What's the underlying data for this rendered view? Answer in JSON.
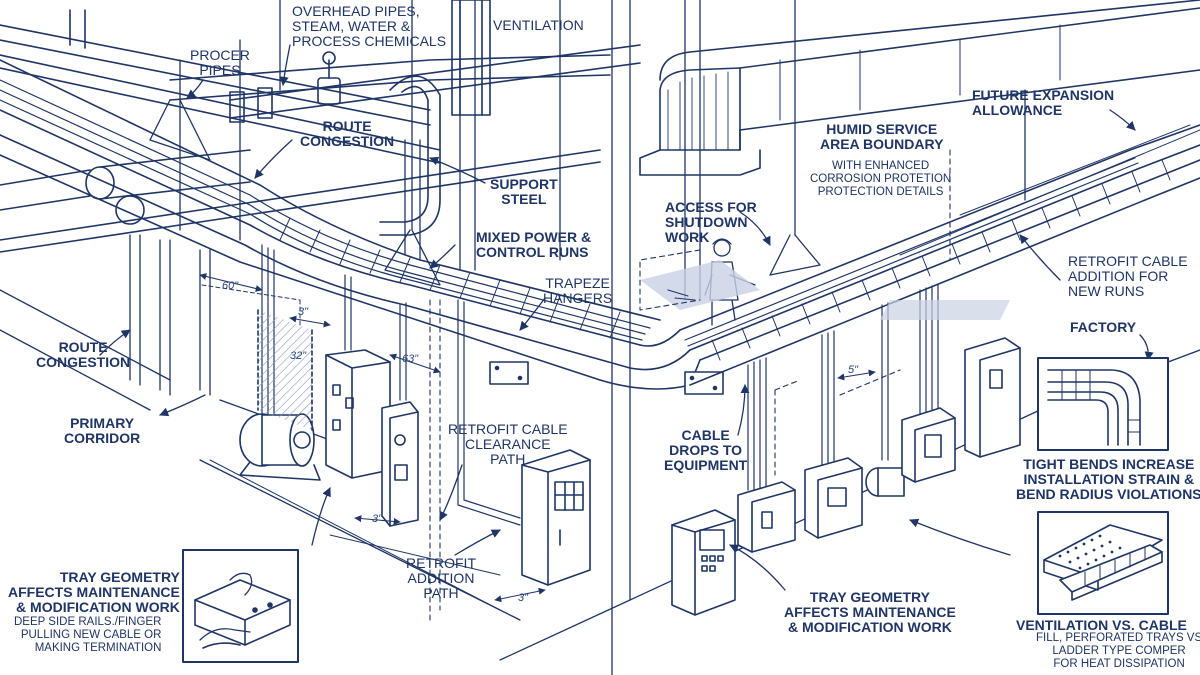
{
  "labels": {
    "overhead": [
      "OVERHEAD PIPES,",
      "STEAM, WATER &",
      "PROCESS CHEMICALS"
    ],
    "ventilation": "VENTILATION",
    "procer": [
      "PROCER",
      "PIPES"
    ],
    "route_top": [
      "ROUTE",
      "CONGESTION"
    ],
    "support": [
      "SUPPORT",
      "STEEL"
    ],
    "mixed": [
      "MIXED POWER &",
      "CONTROL RUNS"
    ],
    "trapeze": [
      "TRAPEZE",
      "HANGERS"
    ],
    "route_left": [
      "ROUTE",
      "CONGESTION"
    ],
    "primary": [
      "PRIMARY",
      "CORRIDOR"
    ],
    "retrofit_clear": [
      "RETROFIT CABLE",
      "CLEARANCE",
      "PATH"
    ],
    "retrofit_add": [
      "RETROFIT",
      "ADDITION",
      "PATH"
    ],
    "tray_left_title": [
      "TRAY GEOMETRY",
      "AFFECTS MAINTENANCE",
      "& MODIFICATION WORK"
    ],
    "tray_left_desc": [
      "DEEP SIDE RAILS./FINGER",
      "PULLING NEW CABLE OR",
      "MAKING TERMINATION"
    ],
    "access": [
      "ACCESS FOR",
      "SHUTDOWN",
      "WORK"
    ],
    "cable_drops": [
      "CABLE",
      "DROPS TO",
      "EQUIPMENT"
    ],
    "tray_mid": [
      "TRAY GEOMETRY",
      "AFFECTS MAINTENANCE",
      "& MODIFICATION WORK"
    ],
    "humid_title": [
      "HUMID SERVICE",
      "AREA BOUNDARY"
    ],
    "humid_desc": [
      "WITH ENHANCED",
      "CORROSION PROTETION",
      "PROTECTION DETAILS"
    ],
    "future": [
      "FUTURE EXPANSION",
      "ALLOWANCE"
    ],
    "retrofit_new": [
      "RETROFIT CABLE",
      "ADDITION FOR",
      "NEW RUNS"
    ],
    "factory": "FACTORY",
    "tight": [
      "TIGHT BENDS INCREASE",
      "INSTALLATION STRAIN &",
      "BEND RADIUS VIOLATIONS"
    ],
    "vent_title": "VENTILATION VS. CABLE",
    "vent_desc": [
      "FILL, PERFORATED TRAYS VS",
      "LADDER TYPE COMPER",
      "FOR HEAT DISSIPATION"
    ]
  },
  "dimensions": {
    "d60": "60\"",
    "d3a": "3\"",
    "d32": "32\"",
    "d63": "63\"",
    "d3b": "3\"",
    "d3c": "3\"",
    "d5": "5\""
  },
  "colors": {
    "ink": "#1f3566",
    "shade": "#c9d1e3",
    "paper": "#ffffff"
  }
}
